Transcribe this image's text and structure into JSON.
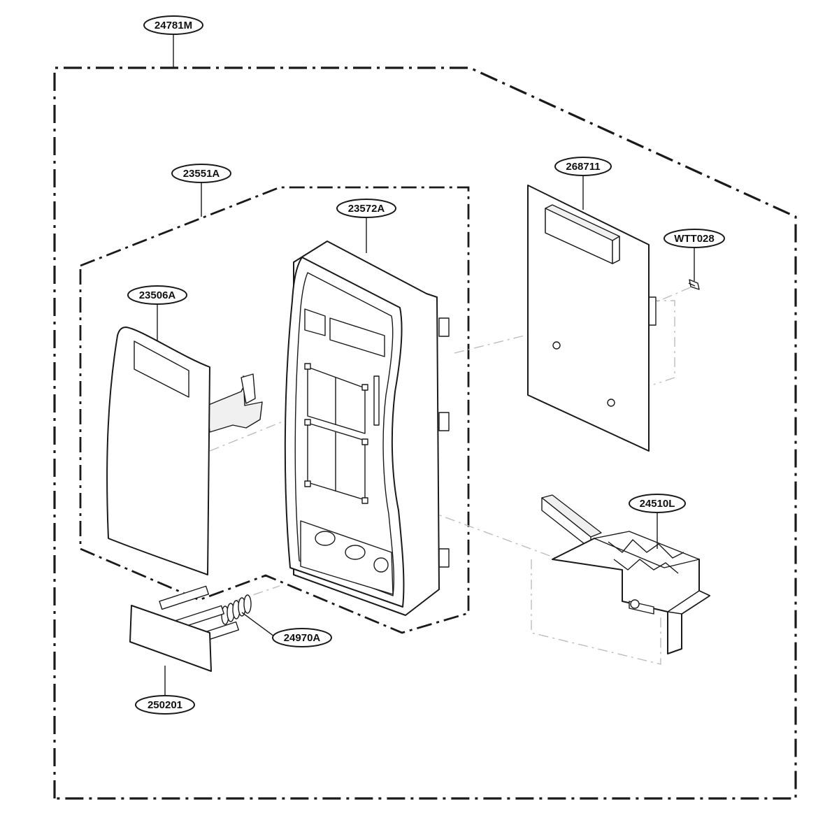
{
  "callouts": {
    "assembly": "24781M",
    "control_assembly": "23551A",
    "display_window": "23506A",
    "control_panel_frame": "23572A",
    "pcb_board": "268711",
    "screw": "WTT028",
    "door_latch": "24510L",
    "spring": "24970A",
    "push_button": "250201"
  },
  "colors": {
    "line": "#1a1a1a",
    "fill": "#ffffff",
    "light_fill": "#f4f4f4"
  }
}
